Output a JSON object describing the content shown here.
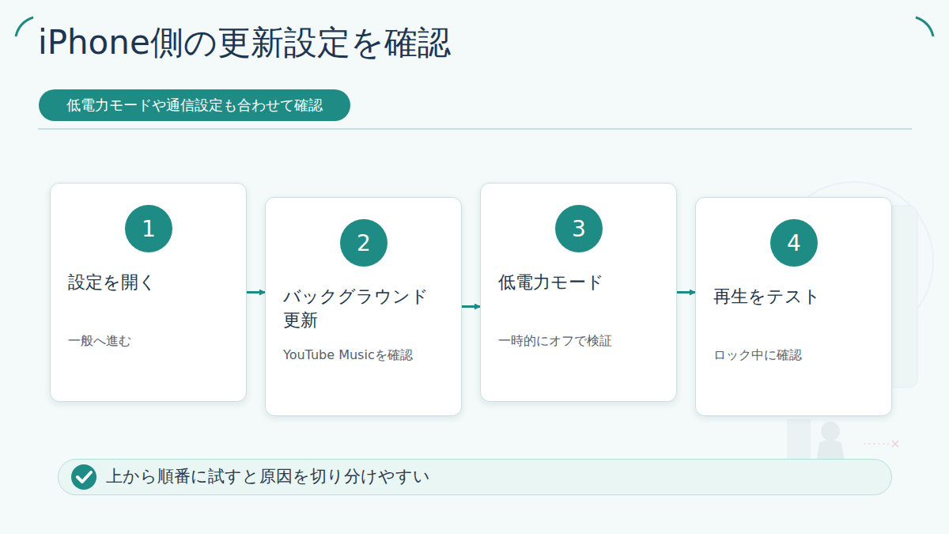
{
  "diagram": {
    "title": "iPhone側の更新設定を確認",
    "nodes": [
      {
        "text": [
          "低電力モードや通信設定も合わせて確認"
        ]
      },
      {
        "text": [
          "設定を開く",
          "一般へ進む"
        ]
      },
      {
        "text": [
          "1"
        ],
        "in": 1
      },
      {
        "text": [
          "バックグラウンド 更新",
          "YouTube Musicを確認"
        ]
      },
      {
        "text": [
          "2"
        ],
        "in": 3
      },
      {
        "text": [
          "低電力モード",
          "一時的にオフで検証"
        ]
      },
      {
        "text": [
          "3"
        ],
        "in": 5
      },
      {
        "text": [
          "再生をテスト",
          "ロック中に確認"
        ]
      },
      {
        "text": [
          "4"
        ],
        "in": 7
      },
      {
        "text": [
          "上から順番に試すと原因を切り分けやすい"
        ]
      }
    ],
    "edges": [
      {
        "from": 1,
        "to": 3,
        "arrow": "to"
      },
      {
        "from": 3,
        "to": 5,
        "arrow": "to"
      },
      {
        "from": 5,
        "to": 7,
        "arrow": "to"
      }
    ]
  }
}
